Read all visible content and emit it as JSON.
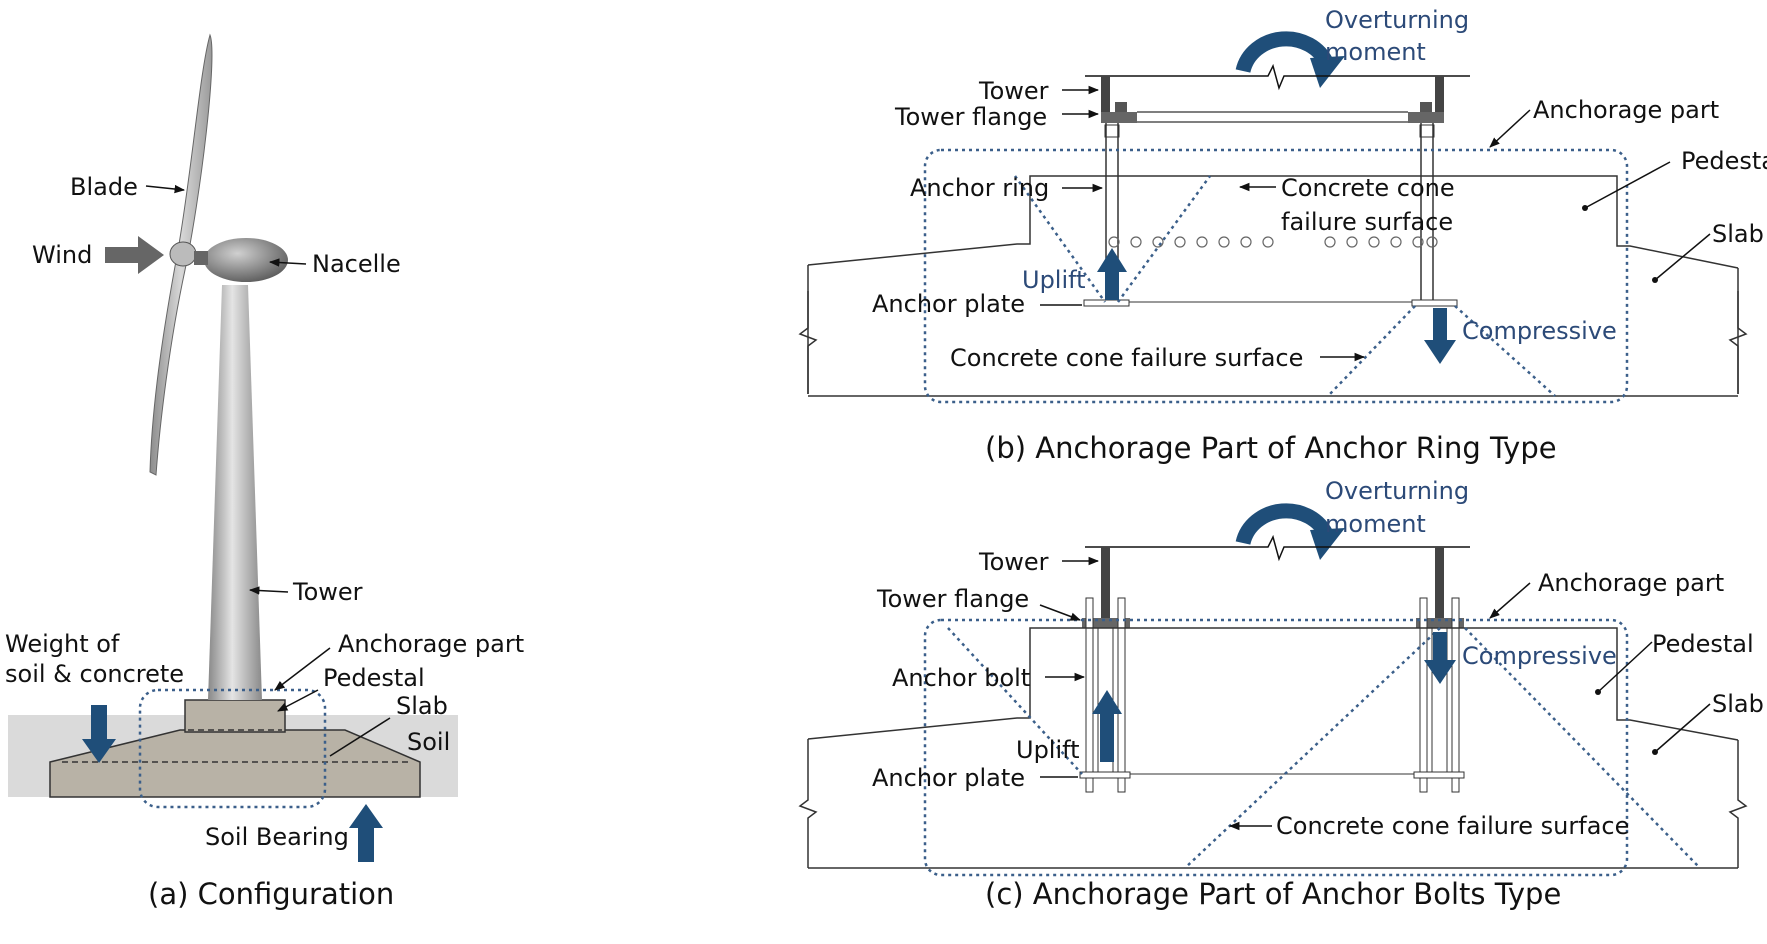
{
  "panel_a": {
    "caption": "(a) Configuration",
    "labels": {
      "blade": "Blade",
      "wind": "Wind",
      "nacelle": "Nacelle",
      "tower": "Tower",
      "anchorage_part": "Anchorage part",
      "weight_line1": "Weight of",
      "weight_line2": "soil & concrete",
      "pedestal": "Pedestal",
      "slab": "Slab",
      "soil": "Soil",
      "soil_bearing": "Soil Bearing"
    }
  },
  "panel_b": {
    "caption": "(b) Anchorage Part of Anchor Ring Type",
    "labels": {
      "overturning1": "Overturning",
      "overturning2": "moment",
      "tower": "Tower",
      "tower_flange": "Tower flange",
      "anchorage_part": "Anchorage part",
      "pedestal": "Pedestal",
      "anchor_ring": "Anchor ring",
      "cone1_line1": "Concrete cone",
      "cone1_line2": "failure surface",
      "slab": "Slab",
      "uplift": "Uplift",
      "anchor_plate": "Anchor plate",
      "compressive": "Compressive",
      "cone2": "Concrete cone failure surface"
    }
  },
  "panel_c": {
    "caption": "(c) Anchorage Part of Anchor Bolts Type",
    "labels": {
      "overturning1": "Overturning",
      "overturning2": "moment",
      "tower": "Tower",
      "tower_flange": "Tower flange",
      "anchorage_part": "Anchorage part",
      "compressive": "Compressive",
      "pedestal": "Pedestal",
      "anchor_bolt": "Anchor bolt",
      "slab": "Slab",
      "uplift": "Uplift",
      "anchor_plate": "Anchor plate",
      "cone": "Concrete cone failure surface"
    }
  },
  "colors": {
    "arrow_blue": "#1f4e79",
    "label_blue": "#2c4a78",
    "dotted_boundary": "#3b5f8a",
    "concrete": "#b8b2a6",
    "soil": "#dadada",
    "wind_arrow": "#666666"
  }
}
